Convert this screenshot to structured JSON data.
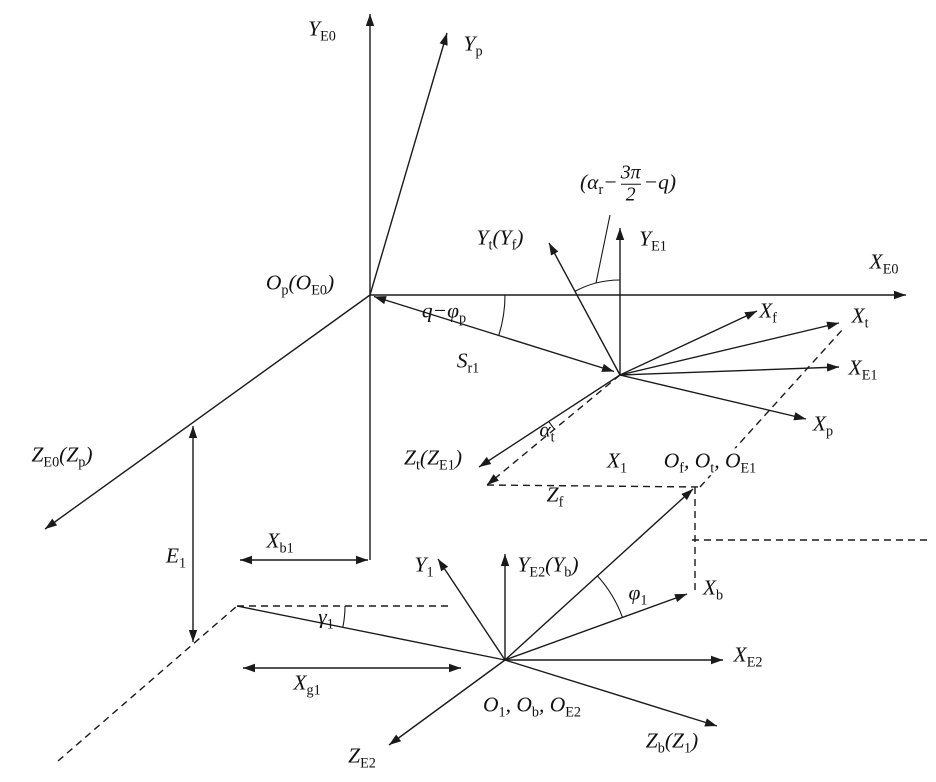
{
  "colors": {
    "ink": "#1a1a1a",
    "background": "#ffffff"
  },
  "diagram": {
    "origin_labels": {
      "op": "O<sub>p</sub>(O<sub>E0</sub>)",
      "of": "O<sub>f</sub>, O<sub>t</sub>, O<sub>E1</sub>",
      "o1": "O<sub>1</sub>, O<sub>b</sub>, O<sub>E2</sub>"
    },
    "axis_labels": {
      "yE0": "Y<sub>E0</sub>",
      "yp": "Y<sub>p</sub>",
      "xE0": "X<sub>E0</sub>",
      "zE0": "Z<sub>E0</sub>(Z<sub>p</sub>)",
      "yt": "Y<sub>t</sub>(Y<sub>f</sub>)",
      "yE1": "Y<sub>E1</sub>",
      "xf": "X<sub>f</sub>",
      "xt": "X<sub>t</sub>",
      "xE1": "X<sub>E1</sub>",
      "xp": "X<sub>p</sub>",
      "zt": "Z<sub>t</sub>(Z<sub>E1</sub>)",
      "zf": "Z<sub>f</sub>",
      "x1": "X<sub>1</sub>",
      "y1": "Y<sub>1</sub>",
      "yE2": "Y<sub>E2</sub>(Y<sub>b</sub>)",
      "xb": "X<sub>b</sub>",
      "xE2": "X<sub>E2</sub>",
      "zb": "Z<sub>b</sub>(Z<sub>1</sub>)",
      "zE2": "Z<sub>E2</sub>"
    },
    "dimension_labels": {
      "sr1": "S<sub>r1</sub>",
      "e1": "E<sub>1</sub>",
      "xb1": "X<sub>b1</sub>",
      "xg1": "X<sub>g1</sub>"
    },
    "angle_labels": {
      "qPhi": "q−φ<sub>p</sub>",
      "alphaExpr": "(α<sub>r</sub>−<span class='fr'><span class='nm'>3π</span><span class='dn'>2</span></span>−q)",
      "alphaT": "α<sub>t</sub>",
      "phi1": "φ<sub>1</sub>",
      "gamma1": "γ<sub>1</sub>"
    }
  }
}
